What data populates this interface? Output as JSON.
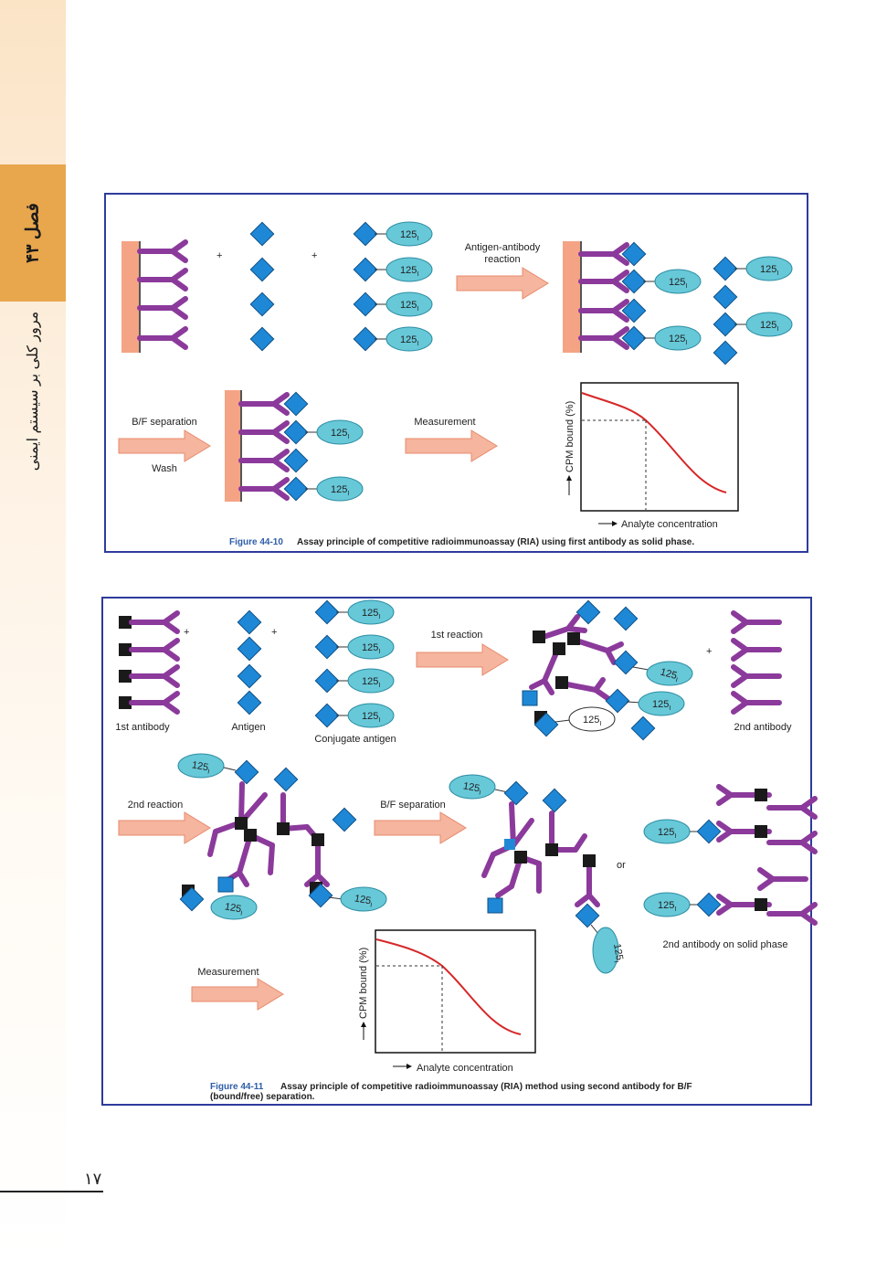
{
  "sidebar": {
    "chapter": "فصل ۴۳",
    "subtitle": "مرور کلی بر سیستم ایمنی"
  },
  "page_number": "۱۷",
  "colors": {
    "antibody": "#8b3a9b",
    "antigen": "#1e88d6",
    "label_oval": "#67c8d8",
    "arrow": "#f5b59e",
    "solid_phase": "#f4a484",
    "curve": "#d62728",
    "panel_border": "#2e3b9c",
    "caption_blue": "#2e5da8",
    "sidebar_tab": "#e8a64d"
  },
  "fig1": {
    "label_125": "125",
    "label_sub": "I",
    "plus": "+",
    "arrow1": {
      "line1": "Antigen-antibody",
      "line2": "reaction"
    },
    "arrow2": {
      "top": "B/F separation",
      "bottom": "Wash"
    },
    "arrow3": {
      "top": "Measurement"
    },
    "ylabel": "CPM bound (%)",
    "xlabel": "Analyte concentration",
    "caption_label": "Figure 44-10",
    "caption_text": "Assay principle of competitive radioimmunoassay (RIA) using first antibody as solid phase."
  },
  "fig2": {
    "label_125": "125",
    "label_sub": "I",
    "plus": "+",
    "or": "or",
    "first_antibody": "1st antibody",
    "antigen": "Antigen",
    "conjugate_antigen": "Conjugate antigen",
    "second_antibody": "2nd antibody",
    "reaction1": "1st reaction",
    "reaction2": "2nd reaction",
    "bf_separation": "B/F separation",
    "measurement": "Measurement",
    "second_antibody_solid": "2nd antibody on solid phase",
    "ylabel": "CPM bound (%)",
    "xlabel": "Analyte concentration",
    "caption_label": "Figure 44-11",
    "caption_text": "Assay principle of competitive radioimmunoassay (RIA) method using second antibody for B/F",
    "caption_text2": "(bound/free) separation."
  }
}
